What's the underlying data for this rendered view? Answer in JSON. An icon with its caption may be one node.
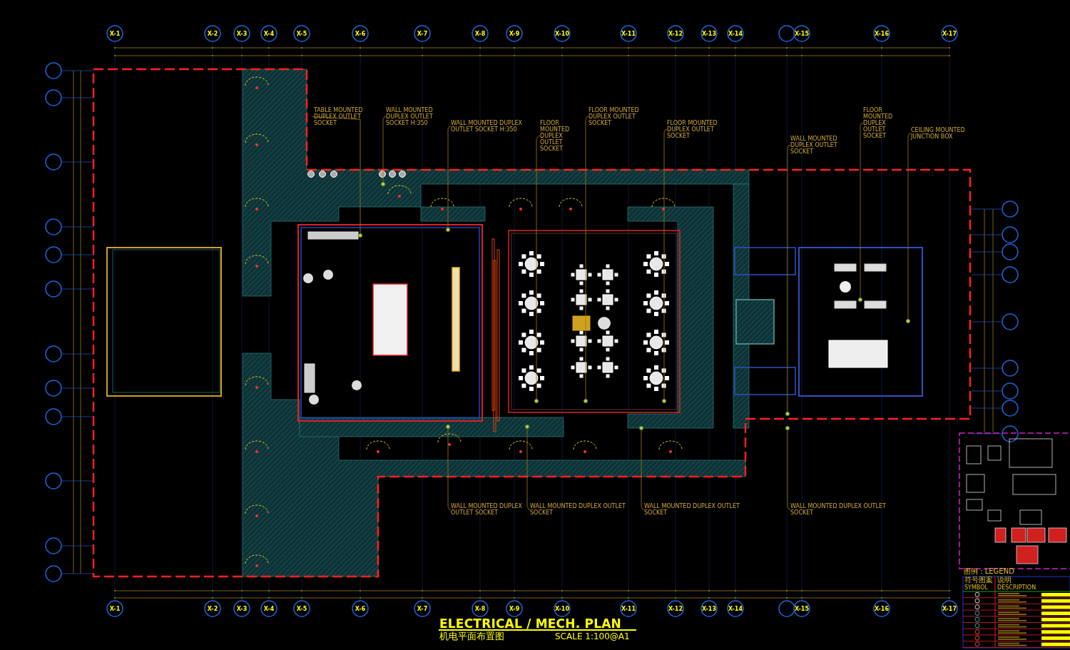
{
  "diagram": {
    "title": "ELECTRICAL / MECH. PLAN",
    "nodes": [
      {
        "text": [
          "TABLE MOUNTED DUPLEX OUTLET SOCKET"
        ]
      },
      {
        "text": [
          "WALL MOUNTED DUPLEX OUTLET SOCKET H:350"
        ]
      },
      {
        "text": [
          "WALL MOUNTED DUPLEX OUTLET SOCKET H:350"
        ]
      },
      {
        "text": [
          "FLOOR MOUNTED DUPLEX OUTLET SOCKET"
        ]
      },
      {
        "text": [
          "FLOOR MOUNTED DUPLEX OUTLET SOCKET"
        ]
      },
      {
        "text": [
          "FLOOR MOUNTED DUPLEX OUTLET SOCKET"
        ]
      },
      {
        "text": [
          "WALL MOUNTED DUPLEX OUTLET SOCKET"
        ]
      },
      {
        "text": [
          "FLOOR MOUNTED DUPLEX OUTLET SOCKET"
        ]
      },
      {
        "text": [
          "CEILING MOUNTED JUNCTION BOX"
        ]
      },
      {
        "text": [
          "WALL MOUNTED DUPLEX OUTLET SOCKET"
        ]
      },
      {
        "text": [
          "WALL MOUNTED DUPLEX OUTLET SOCKET"
        ]
      },
      {
        "text": [
          "WALL MOUNTED DUPLEX OUTLET SOCKET"
        ]
      },
      {
        "text": [
          "WALL MOUNTED DUPLEX OUTLET SOCKET"
        ]
      },
      {
        "text": [],
        "shape": "circle"
      },
      {
        "text": [],
        "shape": "circle"
      },
      {
        "text": [],
        "shape": "circle"
      },
      {
        "text": [],
        "shape": "circle"
      },
      {
        "text": [],
        "shape": "circle"
      },
      {
        "text": [],
        "shape": "circle"
      },
      {
        "text": [],
        "shape": "circle"
      },
      {
        "text": [],
        "shape": "circle"
      },
      {
        "text": [],
        "shape": "circle"
      },
      {
        "text": [],
        "shape": "circle"
      },
      {
        "text": [],
        "shape": "circle"
      },
      {
        "text": [],
        "shape": "circle"
      },
      {
        "text": [],
        "shape": "circle"
      }
    ],
    "edges": [
      {
        "from": 0,
        "to": 13,
        "arrow": "none"
      },
      {
        "from": 1,
        "to": 14,
        "arrow": "none"
      },
      {
        "from": 2,
        "to": 15,
        "arrow": "none"
      },
      {
        "from": 3,
        "to": 16,
        "arrow": "none"
      },
      {
        "from": 4,
        "to": 17,
        "arrow": "none"
      },
      {
        "from": 5,
        "to": 18,
        "arrow": "none"
      },
      {
        "from": 6,
        "to": 19,
        "arrow": "none"
      },
      {
        "from": 7,
        "to": 20,
        "arrow": "none"
      },
      {
        "from": 8,
        "to": 21,
        "arrow": "none"
      },
      {
        "from": 9,
        "to": 22,
        "arrow": "none"
      },
      {
        "from": 10,
        "to": 23,
        "arrow": "none"
      },
      {
        "from": 11,
        "to": 24,
        "arrow": "none"
      },
      {
        "from": 12,
        "to": 25,
        "arrow": "none"
      }
    ],
    "labels": [
      "机电平面布置图",
      "SCALE 1:100@A1",
      "X-1",
      "X-2",
      "X-3",
      "X-4",
      "X-5",
      "X-6",
      "X-7",
      "X-8",
      "X-9",
      "X-10",
      "X-11",
      "X-12",
      "X-13",
      "X-14",
      "X-15",
      "X-16",
      "X-17",
      "X-1",
      "X-2",
      "X-3",
      "X-4",
      "X-5",
      "X-6",
      "X-7",
      "X-8",
      "X-9",
      "X-10",
      "X-11",
      "X-12",
      "X-13",
      "X-14",
      "X-15",
      "X-16",
      "X-17",
      "图例 : LEGEND",
      "符号图案",
      "SYMBOL",
      "说明",
      "DESCRIPTION"
    ]
  }
}
